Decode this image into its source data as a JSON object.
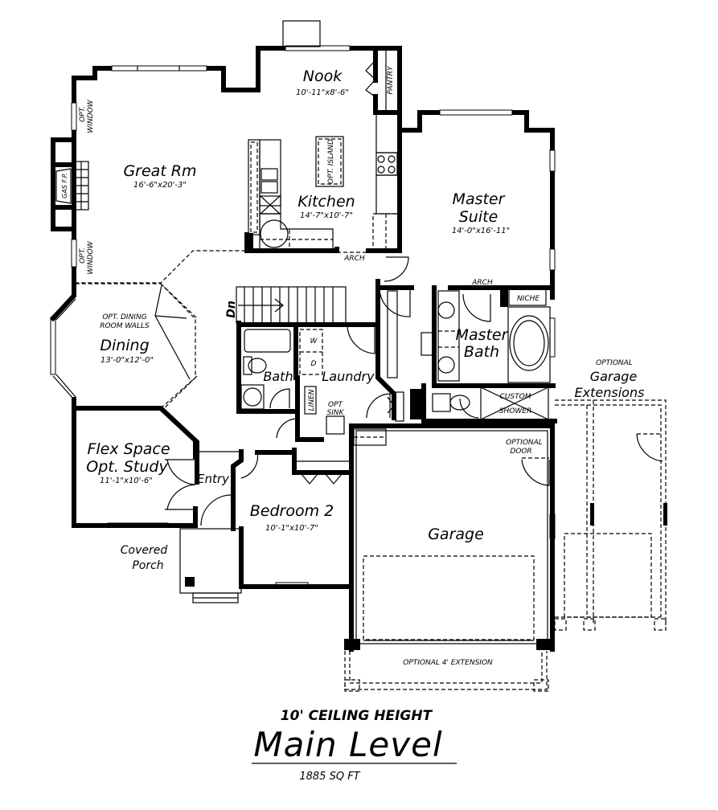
{
  "plan": {
    "ceiling_height": "10' CEILING HEIGHT",
    "level_title": "Main Level",
    "square_footage": "1885 SQ FT"
  },
  "rooms": {
    "great_rm": {
      "name": "Great Rm",
      "dims": "16'-6\"x20'-3\""
    },
    "nook": {
      "name": "Nook",
      "dims": "10'-11\"x8'-6\""
    },
    "kitchen": {
      "name": "Kitchen",
      "dims": "14'-7\"x10'-7\""
    },
    "master_suite": {
      "name_line1": "Master",
      "name_line2": "Suite",
      "dims": "14'-0\"x16'-11\""
    },
    "dining": {
      "name": "Dining",
      "dims": "13'-0\"x12'-0\""
    },
    "master_bath": {
      "name_line1": "Master",
      "name_line2": "Bath"
    },
    "bath": {
      "name": "Bath"
    },
    "laundry": {
      "name": "Laundry"
    },
    "flex_space": {
      "name_line1": "Flex Space",
      "name_line2": "Opt. Study",
      "dims": "11'-1\"x10'-6\""
    },
    "entry": {
      "name": "Entry"
    },
    "bedroom2": {
      "name": "Bedroom 2",
      "dims": "10'-1\"x10'-7\""
    },
    "garage": {
      "name": "Garage"
    },
    "covered_porch": {
      "name_line1": "Covered",
      "name_line2": "Porch"
    }
  },
  "labels": {
    "pantry": "PANTRY",
    "opt_island": "OPT. ISLAND",
    "opt_window_top_1": "OPT.",
    "opt_window_top_2": "WINDOW",
    "opt_window_bottom_1": "OPT.",
    "opt_window_bottom_2": "WINDOW",
    "gas_fp": "GAS F.P.",
    "arch_kitchen": "ARCH",
    "arch_master": "ARCH",
    "niche": "NICHE",
    "dn": "Dn",
    "opt_dining_walls_1": "OPT. DINING",
    "opt_dining_walls_2": "ROOM WALLS",
    "washer": "W",
    "dryer": "D",
    "linen": "LINEN",
    "opt_sink_1": "OPT",
    "opt_sink_2": "SINK",
    "custom_shower_1": "CUSTOM",
    "custom_shower_2": "SHOWER",
    "optional_door_1": "OPTIONAL",
    "optional_door_2": "DOOR",
    "optional_extension": "OPTIONAL 4' EXTENSION",
    "garage_ext_optional": "OPTIONAL",
    "garage_ext_1": "Garage",
    "garage_ext_2": "Extensions"
  },
  "colors": {
    "line": "#000000",
    "background": "#ffffff",
    "window_fill": "#e8e8e8"
  }
}
